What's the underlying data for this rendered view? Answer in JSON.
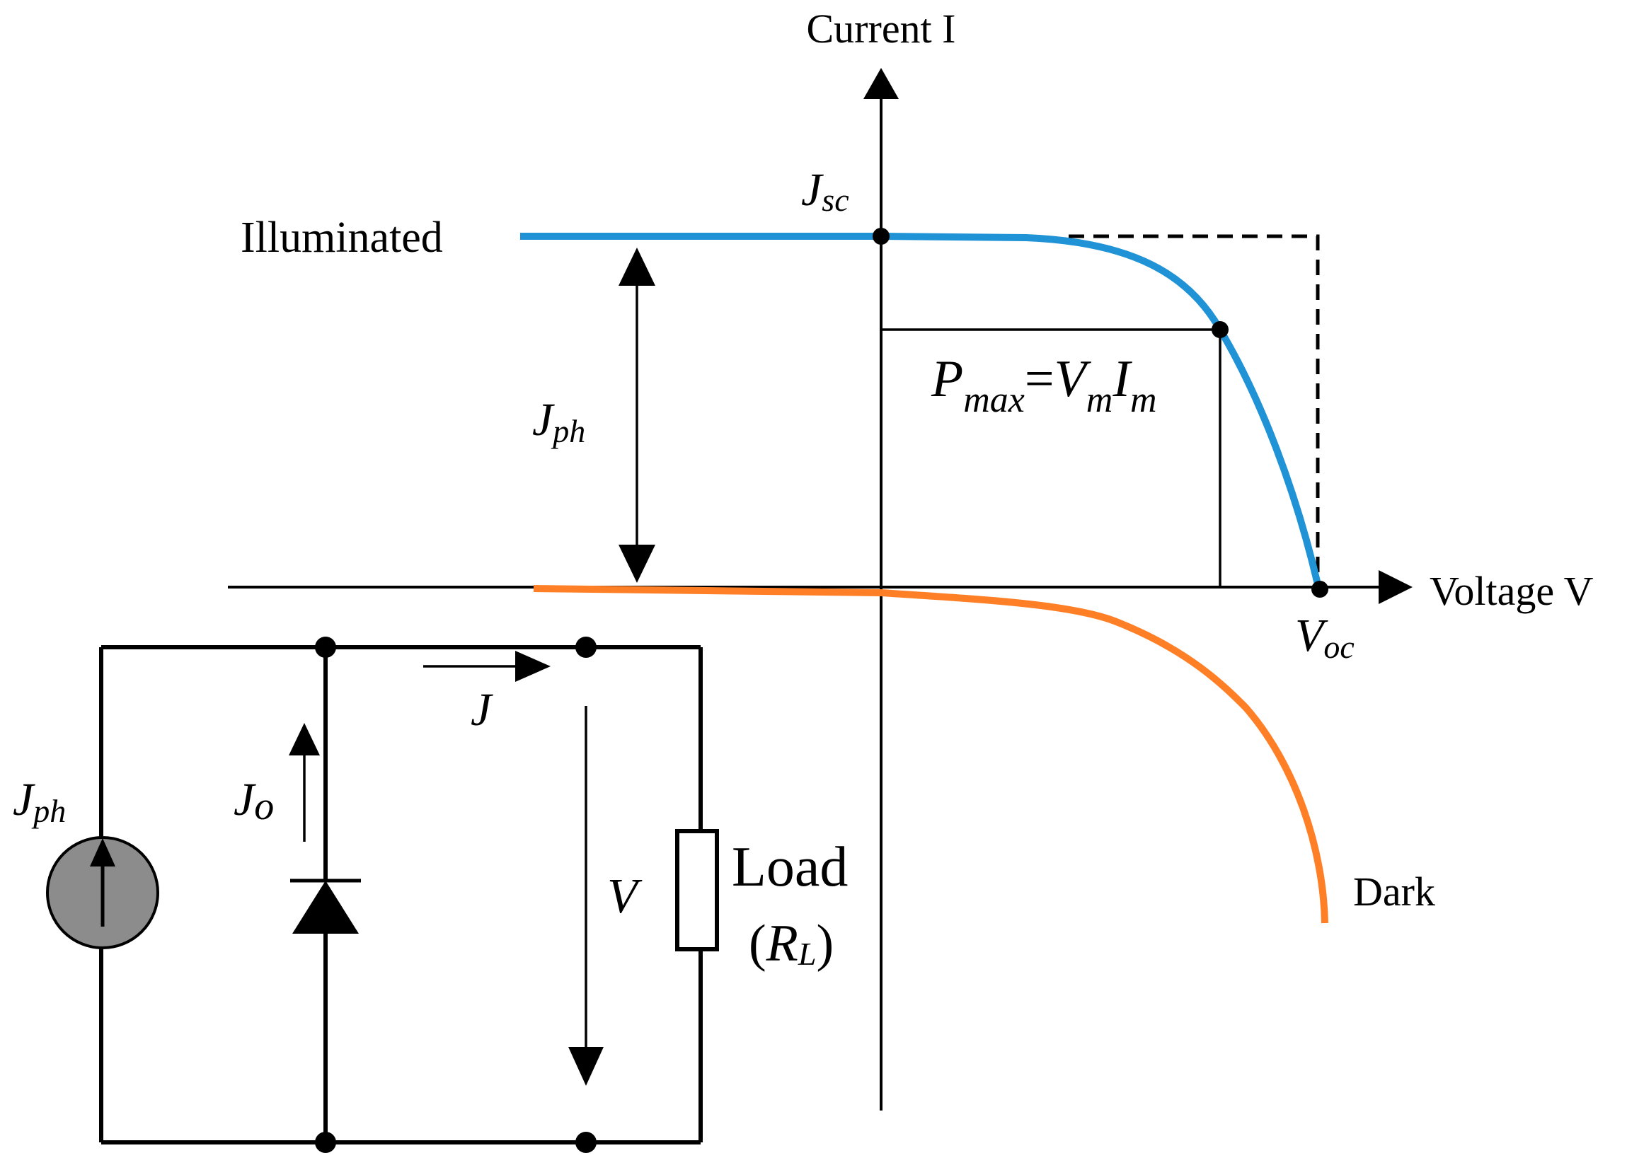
{
  "axes": {
    "y_label": "Current I",
    "x_label": "Voltage V"
  },
  "curves": {
    "illuminated": {
      "label": "Illuminated",
      "color": "#1f93d6"
    },
    "dark": {
      "label": "Dark",
      "color": "#ff7f27"
    }
  },
  "points": {
    "jsc": {
      "main": "J",
      "sub": "sc"
    },
    "voc": {
      "main": "V",
      "sub": "oc"
    },
    "pmax": {
      "p": "P",
      "p_sub": "max",
      "eq": "=",
      "v": "V",
      "v_sub": "m",
      "i": "I",
      "i_sub": "m"
    }
  },
  "jph_gap": {
    "main": "J",
    "sub": "ph"
  },
  "circuit": {
    "source": {
      "main": "J",
      "sub": "ph",
      "fill": "#8c8c8c"
    },
    "diode_current": {
      "main": "J",
      "sub": "o"
    },
    "output_current": "J",
    "voltage": "V",
    "load": {
      "label": "Load",
      "open": "(",
      "r": "R",
      "r_sub": "L",
      "close": ")"
    }
  },
  "icons": [
    "current-source-icon",
    "diode-icon",
    "resistor-icon",
    "arrow-icon"
  ]
}
